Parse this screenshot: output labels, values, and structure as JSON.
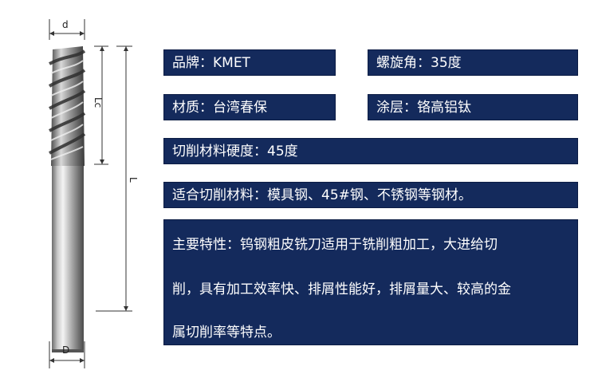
{
  "dimensions": {
    "d": "d",
    "D": "D",
    "Lc": "Lc",
    "L": "L"
  },
  "specs": {
    "brand": "品牌：KMET",
    "helix_angle": "螺旋角：35度",
    "material": "材质：台湾春保",
    "coating": "涂层：铬高铝钛",
    "cutting_hardness": "切削材料硬度：45度",
    "suitable_materials": "适合切削材料：模具钢、45#钢、不锈钢等钢材。",
    "features": [
      "主要特性：钨钢粗皮铣刀适用于铣削粗加工，大进给切",
      "削，具有加工效率快、排屑性能好，排屑量大、较高的金",
      "属切削率等特点。"
    ]
  },
  "colors": {
    "panel_bg": "#142a5c",
    "panel_text": "#ffffff"
  }
}
